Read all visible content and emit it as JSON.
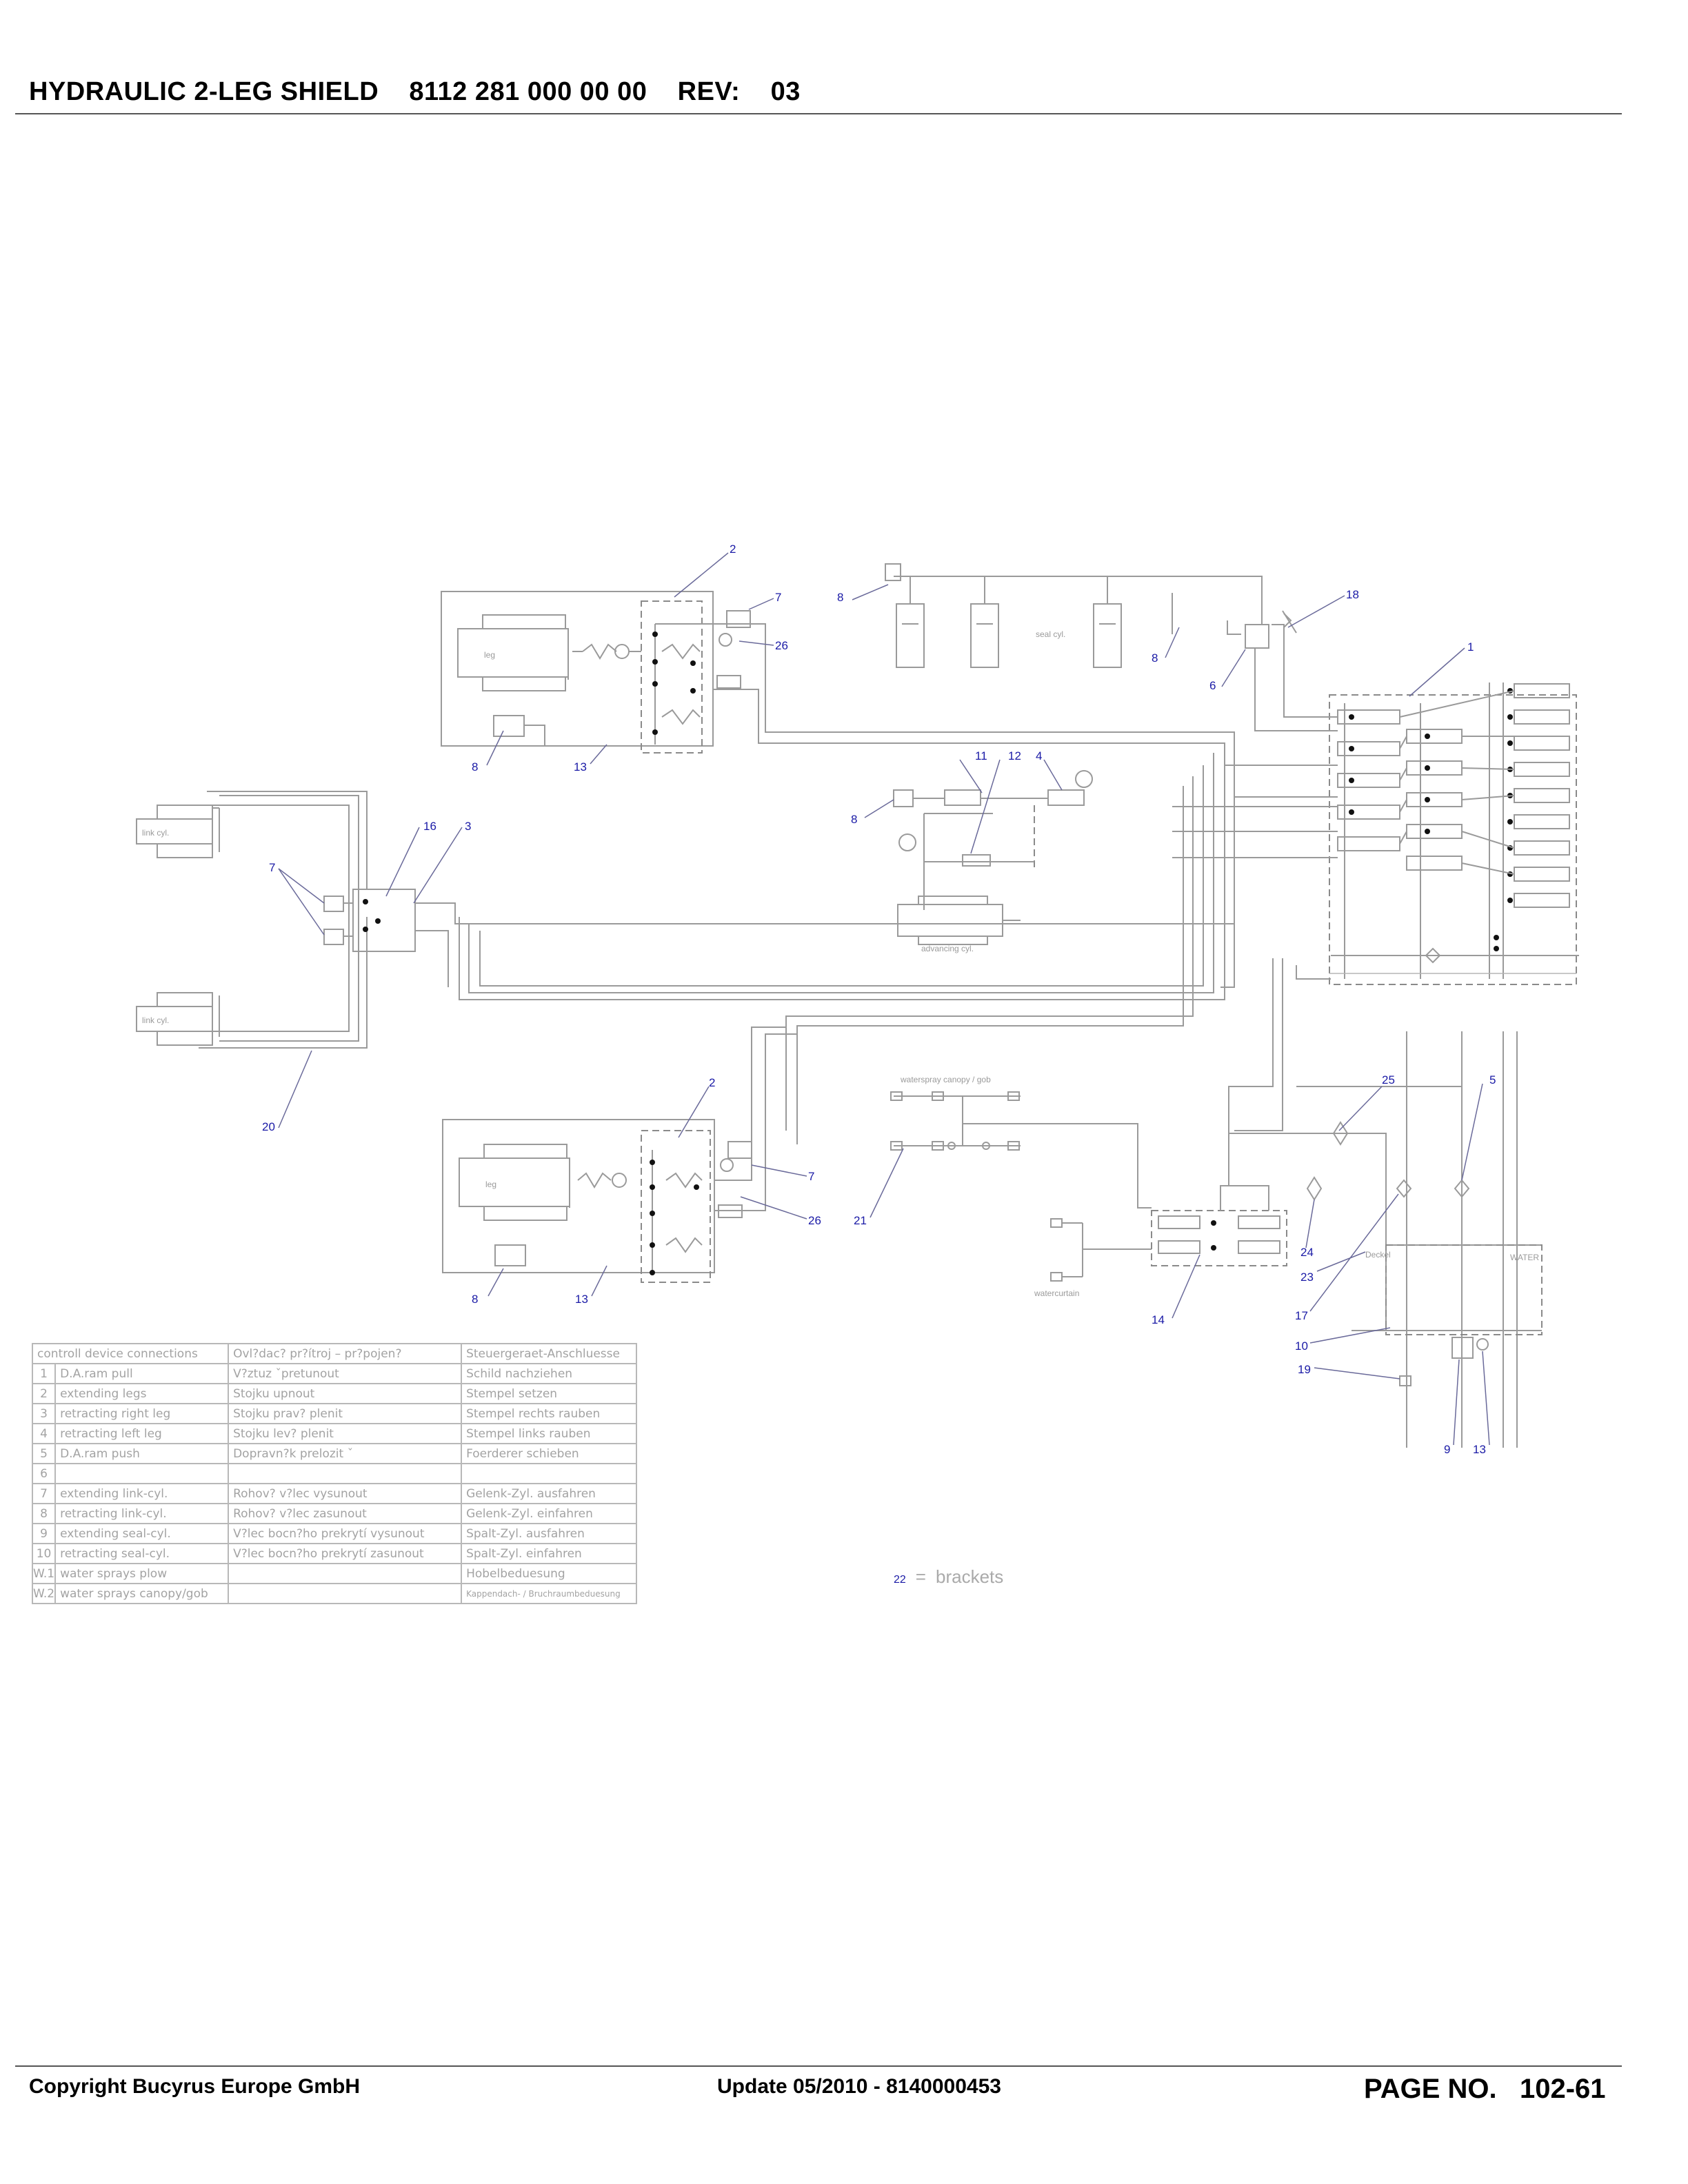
{
  "header": {
    "title": "HYDRAULIC 2-LEG SHIELD",
    "part_number": "8112 281 000 00 00",
    "rev_label": "REV:",
    "rev_value": "03"
  },
  "footer": {
    "copyright": "Copyright Bucyrus Europe GmbH",
    "update": "Update 05/2010 - 8140000453",
    "page_label": "PAGE NO.",
    "page_number": "102-61"
  },
  "diagram": {
    "component_labels": {
      "leg_upper": "leg",
      "leg_lower": "leg",
      "link_cyl_upper": "link cyl.",
      "link_cyl_lower": "link cyl.",
      "seal_cyl": "seal cyl.",
      "advancing_cyl": "advancing cyl.",
      "waterspray": "waterspray canopy / gob",
      "watercurtain": "watercurtain",
      "water_label": "WATER",
      "deckel_label": "Deckel"
    },
    "callouts": {
      "c2a": "2",
      "c7a": "7",
      "c26a": "26",
      "c8a": "8",
      "c13a": "13",
      "c8b": "8",
      "c18": "18",
      "c1": "1",
      "c6": "6",
      "c8c": "8",
      "c11": "11",
      "c12": "12",
      "c4": "4",
      "c8d": "8",
      "c16": "16",
      "c3": "3",
      "c7b": "7",
      "c20": "20",
      "c2b": "2",
      "c7c": "7",
      "c26b": "26",
      "c8e": "8",
      "c13b": "13",
      "c21": "21",
      "c25": "25",
      "c5": "5",
      "c24": "24",
      "c23": "23",
      "c14": "14",
      "c17": "17",
      "c10": "10",
      "c19": "19",
      "c9": "9",
      "c13c": "13"
    }
  },
  "legend": {
    "header": [
      "controll device connections",
      "Ovl?dac? pr?ítroj – pr?pojen?",
      "Steuergeraet-Anschluesse"
    ],
    "rows": [
      [
        "1",
        "D.A.ram pull",
        "V?ztuz ˇpretunout",
        "Schild nachziehen"
      ],
      [
        "2",
        "extending legs",
        "Stojku upnout",
        "Stempel setzen"
      ],
      [
        "3",
        "retracting right leg",
        "Stojku prav? plenit",
        "Stempel rechts rauben"
      ],
      [
        "4",
        "retracting left leg",
        "Stojku lev? plenit",
        "Stempel links rauben"
      ],
      [
        "5",
        "D.A.ram push",
        "Dopravn?k prelozit ˇ",
        "Foerderer schieben"
      ],
      [
        "6",
        "",
        "",
        ""
      ],
      [
        "7",
        "extending link-cyl.",
        "Rohov? v?lec vysunout",
        "Gelenk-Zyl. ausfahren"
      ],
      [
        "8",
        "retracting link-cyl.",
        "Rohov? v?lec zasunout",
        "Gelenk-Zyl. einfahren"
      ],
      [
        "9",
        "extending seal-cyl.",
        "V?lec bocn?ho prekrytí vysunout",
        "Spalt-Zyl. ausfahren"
      ],
      [
        "10",
        "retracting seal-cyl.",
        "V?lec bocn?ho prekrytí zasunout",
        "Spalt-Zyl. einfahren"
      ],
      [
        "W.1",
        "water sprays plow",
        "",
        "Hobelbeduesung"
      ],
      [
        "W.2",
        "water sprays canopy/gob",
        "",
        "Kappendach- / Bruchraumbeduesung"
      ]
    ]
  },
  "note": {
    "number": "22",
    "equals": "=",
    "text": "brackets"
  }
}
